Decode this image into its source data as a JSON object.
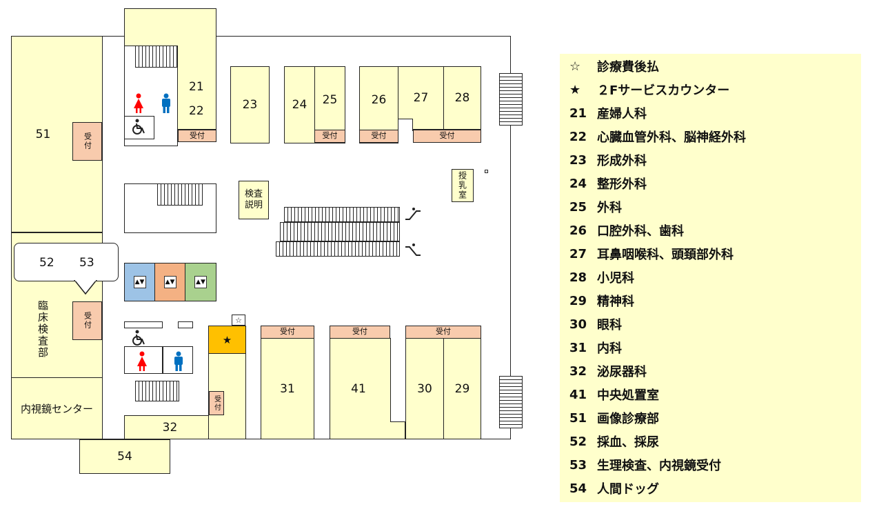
{
  "map": {
    "rooms": {
      "r21": "21",
      "r22": "22",
      "r23": "23",
      "r24": "24",
      "r25": "25",
      "r26": "26",
      "r27": "27",
      "r28": "28",
      "r29": "29",
      "r30": "30",
      "r31": "31",
      "r32": "32",
      "r41": "41",
      "r51": "51",
      "r52": "52",
      "r53": "53",
      "r54": "54"
    },
    "reception_label": "受付",
    "exam_explain": "検査説明",
    "nursing_room": "授乳室",
    "clinical_lab": "臨床検査部",
    "endoscopy_center": "内視鏡センター",
    "star_filled": "★",
    "star_outline": "☆",
    "colors": {
      "room_fill": "#ffffcc",
      "reception_fill": "#f8cbad",
      "counter_fill": "#ffc000",
      "ev1": "#9dc3e6",
      "ev2": "#f4b183",
      "ev3": "#a9d18e",
      "restroom_female": "#ff0000",
      "restroom_male": "#0070c0"
    }
  },
  "legend": [
    {
      "key": "☆",
      "label": "診療費後払"
    },
    {
      "key": "★",
      "label": "２Fサービスカウンター"
    },
    {
      "key": "21",
      "label": "産婦人科"
    },
    {
      "key": "22",
      "label": "心臓血管外科、脳神経外科"
    },
    {
      "key": "23",
      "label": "形成外科"
    },
    {
      "key": "24",
      "label": "整形外科"
    },
    {
      "key": "25",
      "label": "外科"
    },
    {
      "key": "26",
      "label": "口腔外科、歯科"
    },
    {
      "key": "27",
      "label": "耳鼻咽喉科、頭頚部外科"
    },
    {
      "key": "28",
      "label": "小児科"
    },
    {
      "key": "29",
      "label": "精神科"
    },
    {
      "key": "30",
      "label": "眼科"
    },
    {
      "key": "31",
      "label": "内科"
    },
    {
      "key": "32",
      "label": "泌尿器科"
    },
    {
      "key": "41",
      "label": "中央処置室"
    },
    {
      "key": "51",
      "label": "画像診療部"
    },
    {
      "key": "52",
      "label": "採血、採尿"
    },
    {
      "key": "53",
      "label": "生理検査、内視鏡受付"
    },
    {
      "key": "54",
      "label": "人間ドッグ"
    }
  ]
}
